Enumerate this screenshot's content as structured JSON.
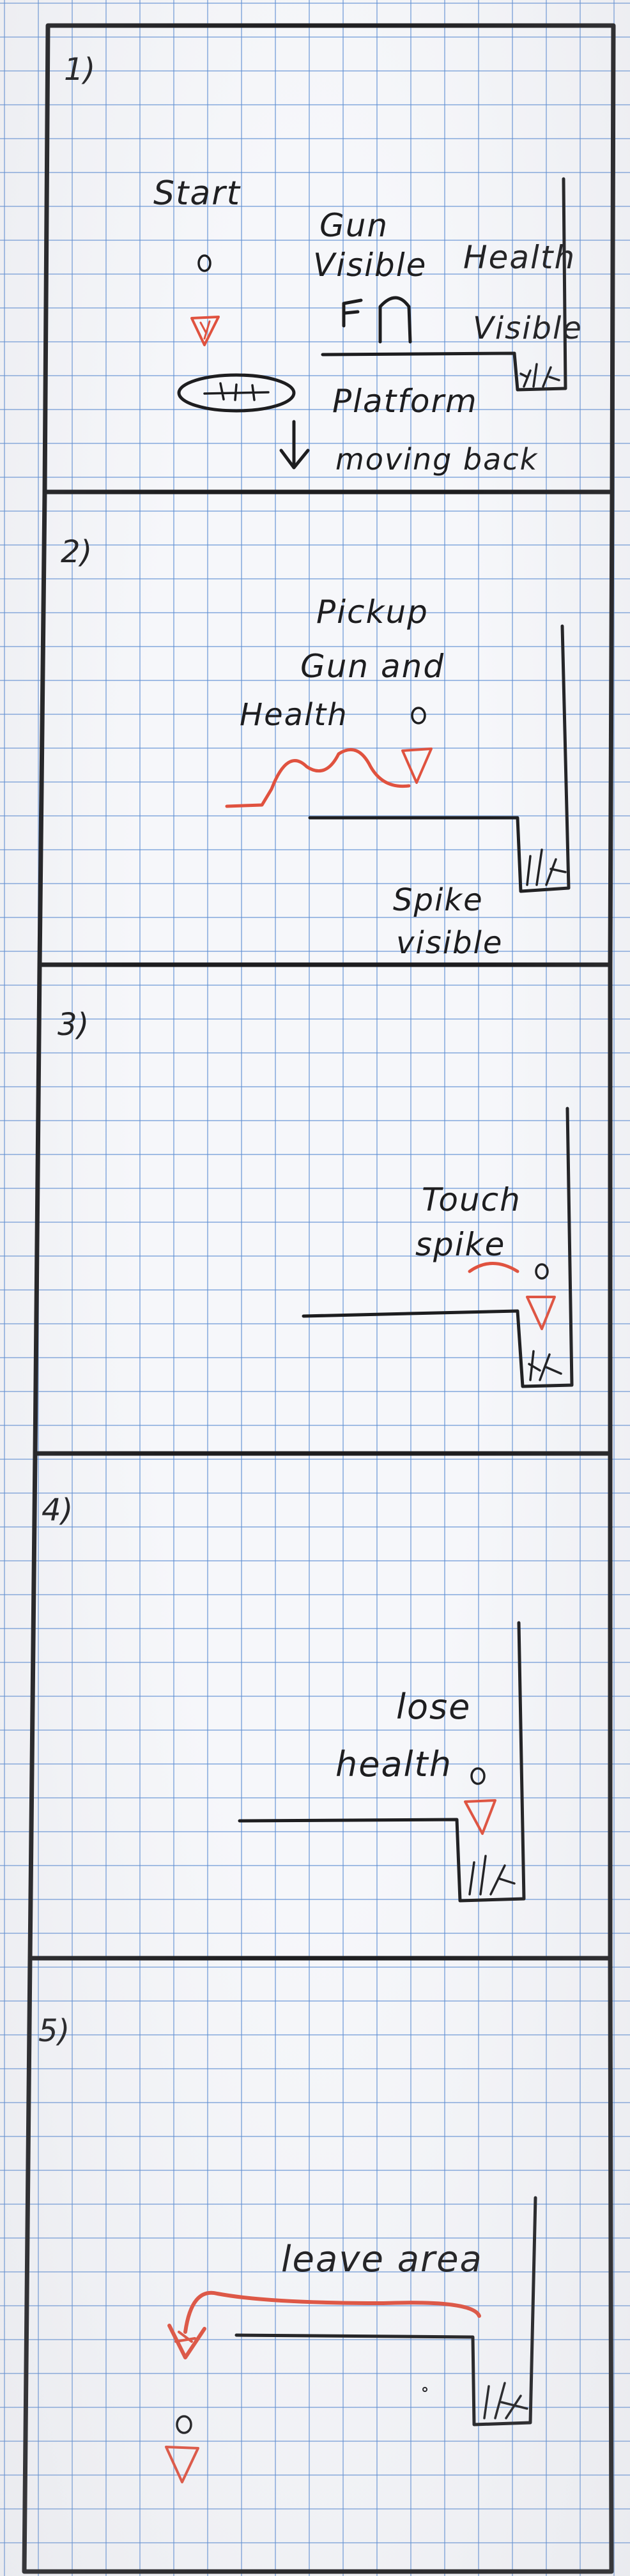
{
  "panels": [
    {
      "number": "1)",
      "labels": {
        "start": "Start",
        "gun_visible": [
          "Gun",
          "Visible"
        ],
        "health_visible": [
          "Health",
          "Visible"
        ],
        "platform_moving_back": [
          "Platform",
          "moving back"
        ]
      }
    },
    {
      "number": "2)",
      "labels": {
        "pickup": [
          "Pickup",
          "Gun and",
          "Health"
        ],
        "spike_visible": [
          "Spike",
          "visible"
        ]
      }
    },
    {
      "number": "3)",
      "labels": {
        "touch_spike": [
          "Touch",
          "spike"
        ]
      }
    },
    {
      "number": "4)",
      "labels": {
        "lose_health": [
          "lose",
          "health"
        ]
      }
    },
    {
      "number": "5)",
      "labels": {
        "leave_area": "leave area"
      }
    }
  ],
  "colors": {
    "ink": "#1d1d1f",
    "red_pencil": "#e0523f",
    "grid_blue": "#5a8cd2",
    "paper": "#f6f7fa"
  }
}
